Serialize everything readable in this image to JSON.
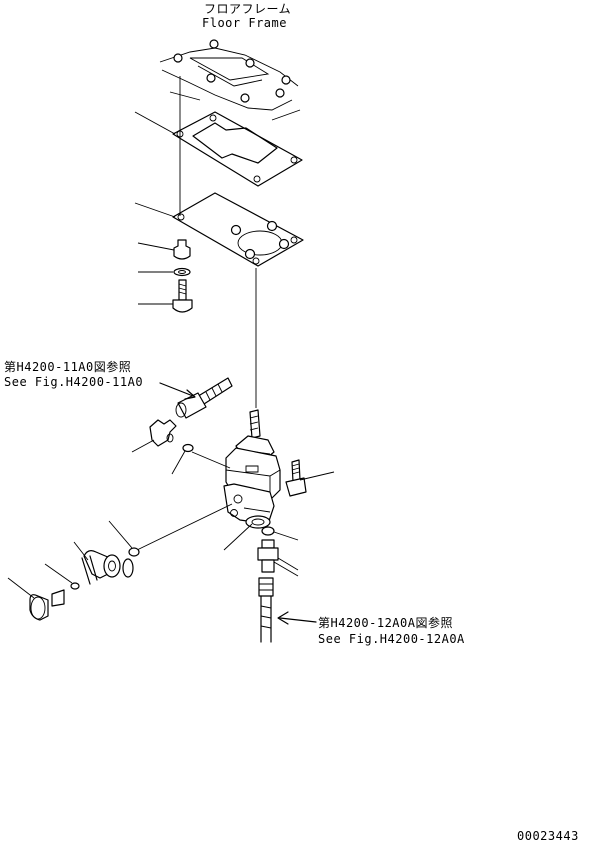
{
  "labels": {
    "floor_frame_jp": "フロアフレーム",
    "floor_frame_en": "Floor Frame",
    "ref_upper_jp": "第H4200-11A0図参照",
    "ref_upper_en": "See Fig.H4200-11A0",
    "ref_lower_jp": "第H4200-12A0A図参照",
    "ref_lower_en": "See Fig.H4200-12A0A",
    "drawing_number": "00023443"
  },
  "colors": {
    "line": "#000000",
    "background": "#ffffff"
  }
}
